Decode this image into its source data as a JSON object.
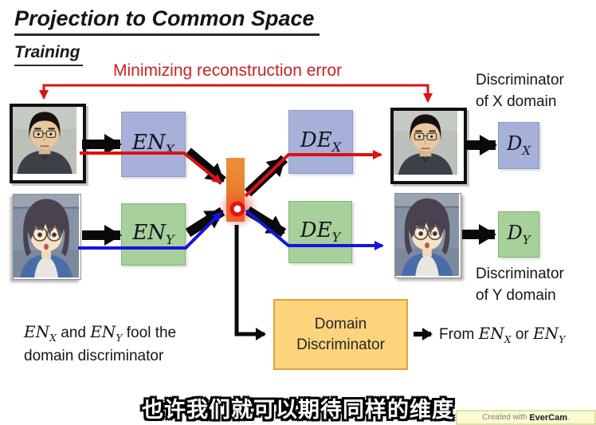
{
  "slide": {
    "title": "Projection to Common Space",
    "subtitle": "Training",
    "red_annotation": "Minimizing reconstruction error",
    "discriminator_x_label": {
      "line1": "Discriminator",
      "line2": "of X domain"
    },
    "discriminator_y_label": {
      "line1": "Discriminator",
      "line2": "of Y domain"
    },
    "fool_note": {
      "en1": "EN",
      "en1_sub": "X",
      "joiner": " and ",
      "en2": "EN",
      "en2_sub": "Y",
      "tail": " fool the",
      "line2": "domain discriminator"
    },
    "from_note": {
      "prefix": "From ",
      "en1": "EN",
      "en1_sub": "X",
      "joiner": " or ",
      "en2": "EN",
      "en2_sub": "Y"
    }
  },
  "boxes": {
    "encoder_x": {
      "base": "EN",
      "sub": "X"
    },
    "encoder_y": {
      "base": "EN",
      "sub": "Y"
    },
    "decoder_x": {
      "base": "DE",
      "sub": "X"
    },
    "decoder_y": {
      "base": "DE",
      "sub": "Y"
    },
    "discriminator_x": {
      "base": "D",
      "sub": "X"
    },
    "discriminator_y": {
      "base": "D",
      "sub": "Y"
    },
    "domain_discriminator": {
      "line1": "Domain",
      "line2": "Discriminator"
    }
  },
  "caption": {
    "text": "也许我们就可以期待同样的维度"
  },
  "watermark": {
    "prefix": "Created with",
    "brand": "EverCam",
    "suffix": "."
  },
  "colors": {
    "x_domain_box": "#a6b0d8",
    "y_domain_box": "#a8d09b",
    "domain_discriminator_fill": "#fcd47d",
    "domain_discriminator_border": "#e2a23b",
    "latent_code_bar": "#e8812e",
    "x_reconstruction_path": "#dd1111",
    "y_reconstruction_path": "#1515dd",
    "annotation_red": "#cd2026"
  }
}
